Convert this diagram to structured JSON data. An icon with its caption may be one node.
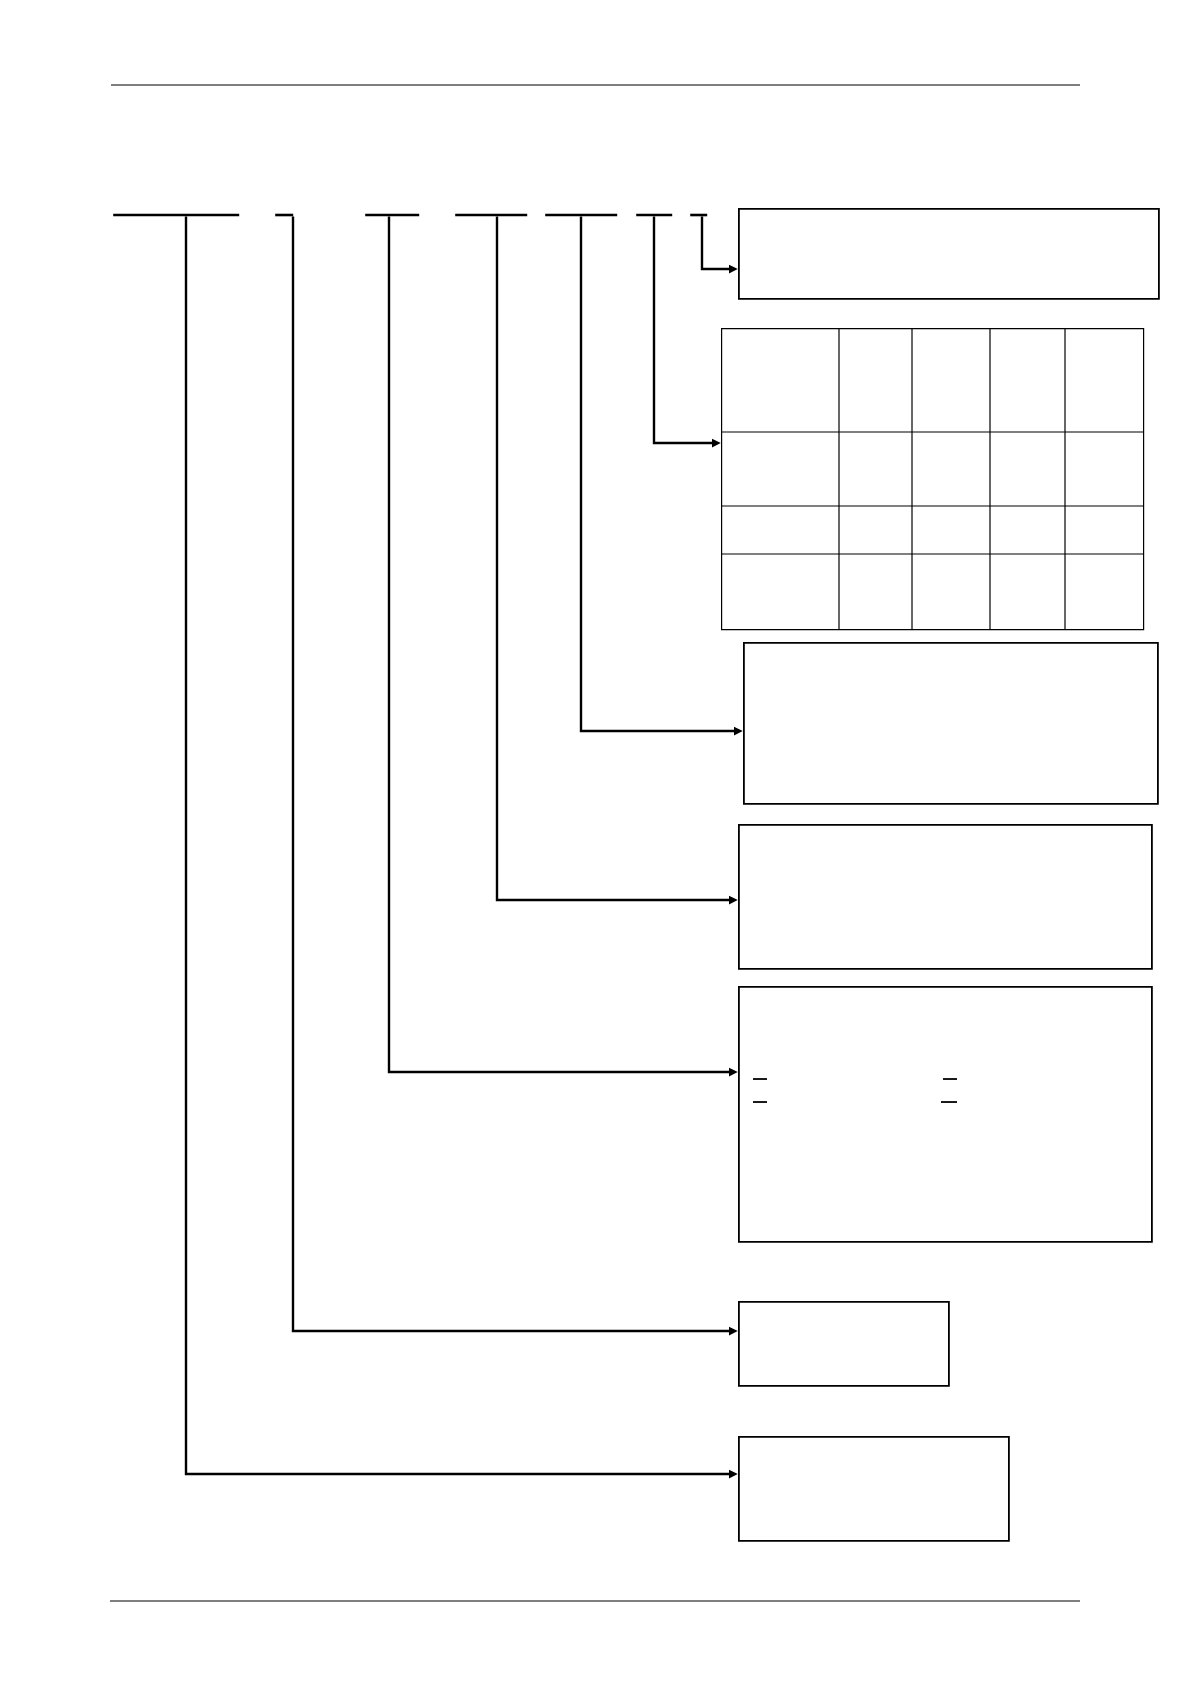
{
  "diagram": {
    "nodes": [
      {
        "text": [],
        "shape": "bar"
      },
      {
        "text": [],
        "shape": "bar"
      },
      {
        "text": [],
        "shape": "bar"
      },
      {
        "text": [],
        "shape": "bar"
      },
      {
        "text": [],
        "shape": "bar"
      },
      {
        "text": [],
        "shape": "bar"
      },
      {
        "text": [],
        "shape": "bar"
      },
      {
        "text": [],
        "shape": "box"
      },
      {
        "text": [],
        "shape": "table"
      },
      {
        "text": [],
        "shape": "box"
      },
      {
        "text": [],
        "shape": "box"
      },
      {
        "text": [],
        "shape": "box"
      },
      {
        "text": [],
        "shape": "box"
      },
      {
        "text": [],
        "shape": "box"
      }
    ],
    "edges": [
      {
        "from": 6,
        "to": 7,
        "arrow": "to"
      },
      {
        "from": 5,
        "to": 8,
        "arrow": "to"
      },
      {
        "from": 4,
        "to": 9,
        "arrow": "to"
      },
      {
        "from": 3,
        "to": 10,
        "arrow": "to"
      },
      {
        "from": 2,
        "to": 11,
        "arrow": "to"
      },
      {
        "from": 1,
        "to": 12,
        "arrow": "to"
      },
      {
        "from": 0,
        "to": 13,
        "arrow": "to"
      }
    ]
  }
}
